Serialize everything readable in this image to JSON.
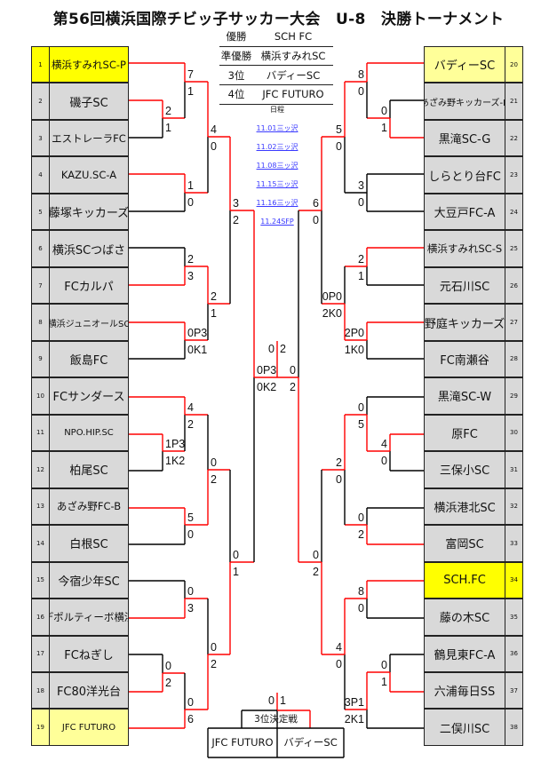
{
  "title": "第56回横浜国際チビッ子サッカー大会　U-8　決勝トーナメント",
  "summary": [
    {
      "label": "優勝",
      "team": "SCH FC"
    },
    {
      "label": "準優勝",
      "team": "横浜すみれSC"
    },
    {
      "label": "3位",
      "team": "バディーSC"
    },
    {
      "label": "4位",
      "team": "JFC FUTURO"
    }
  ],
  "schedule": {
    "heading": "日程",
    "links": [
      "11.01三ッ沢",
      "11.02三ッ沢",
      "11.08三ッ沢",
      "11.15三ッ沢",
      "11.16三ッ沢",
      "11.24SFP"
    ]
  },
  "colors": {
    "win_line": "#ff0000",
    "line": "#000000",
    "champion": "#ffff00",
    "placed": "#ffff99",
    "cell": "#d9d9d9"
  },
  "teams_left": [
    {
      "no": "1",
      "name": "横浜すみれSC-P",
      "highlight": "gold"
    },
    {
      "no": "2",
      "name": "磯子SC"
    },
    {
      "no": "3",
      "name": "エストレーラFC"
    },
    {
      "no": "4",
      "name": "KAZU.SC-A"
    },
    {
      "no": "5",
      "name": "藤塚キッカーズ"
    },
    {
      "no": "6",
      "name": "横浜SCつばさ"
    },
    {
      "no": "7",
      "name": "FCカルパ"
    },
    {
      "no": "8",
      "name": "横浜ジュニオールSC"
    },
    {
      "no": "9",
      "name": "飯島FC"
    },
    {
      "no": "10",
      "name": "FCサンダース"
    },
    {
      "no": "11",
      "name": "NPO.HIP.SC"
    },
    {
      "no": "12",
      "name": "柏尾SC"
    },
    {
      "no": "13",
      "name": "あざみ野FC-B"
    },
    {
      "no": "14",
      "name": "白根SC"
    },
    {
      "no": "15",
      "name": "今宿少年SC"
    },
    {
      "no": "16",
      "name": "デポルティーボ横浜"
    },
    {
      "no": "17",
      "name": "FCねぎし"
    },
    {
      "no": "18",
      "name": "FC80洋光台"
    },
    {
      "no": "19",
      "name": "JFC FUTURO",
      "highlight": "pale"
    }
  ],
  "teams_right": [
    {
      "no": "20",
      "name": "バディーSC",
      "highlight": "pale"
    },
    {
      "no": "21",
      "name": "あざみ野キッカーズ-R"
    },
    {
      "no": "22",
      "name": "黒滝SC-G"
    },
    {
      "no": "23",
      "name": "しらとり台FC"
    },
    {
      "no": "24",
      "name": "大豆戸FC-A"
    },
    {
      "no": "25",
      "name": "横浜すみれSC-S"
    },
    {
      "no": "26",
      "name": "元石川SC"
    },
    {
      "no": "27",
      "name": "野庭キッカーズ"
    },
    {
      "no": "28",
      "name": "FC南瀬谷"
    },
    {
      "no": "29",
      "name": "黒滝SC-W"
    },
    {
      "no": "30",
      "name": "原FC"
    },
    {
      "no": "31",
      "name": "三保小SC"
    },
    {
      "no": "32",
      "name": "横浜港北SC"
    },
    {
      "no": "33",
      "name": "富岡SC"
    },
    {
      "no": "34",
      "name": "SCH.FC",
      "highlight": "gold"
    },
    {
      "no": "35",
      "name": "藤の木SC"
    },
    {
      "no": "36",
      "name": "鶴見東FC-A"
    },
    {
      "no": "37",
      "name": "六浦毎日SS"
    },
    {
      "no": "38",
      "name": "二俣川SC"
    }
  ],
  "matches": [
    {
      "top": "2",
      "bottom": "1",
      "winner": "top"
    },
    {
      "top": "7",
      "bottom": "1",
      "winner": "top"
    },
    {
      "top": "1",
      "bottom": "0",
      "winner": "top"
    },
    {
      "top": "4",
      "bottom": "0",
      "winner": "top"
    },
    {
      "top": "2",
      "bottom": "3",
      "winner": "bottom"
    },
    {
      "top": "0P3",
      "bottom": "0K1",
      "winner": "top"
    },
    {
      "top": "2",
      "bottom": "1",
      "winner": "top"
    },
    {
      "top": "3",
      "bottom": "2",
      "winner": "top"
    },
    {
      "top": "1P3",
      "bottom": "1K2",
      "winner": "top"
    },
    {
      "top": "4",
      "bottom": "2",
      "winner": "top"
    },
    {
      "top": "5",
      "bottom": "0",
      "winner": "top"
    },
    {
      "top": "0",
      "bottom": "2",
      "winner": "bottom"
    },
    {
      "top": "0",
      "bottom": "3",
      "winner": "bottom"
    },
    {
      "top": "0",
      "bottom": "2",
      "winner": "bottom"
    },
    {
      "top": "0",
      "bottom": "6",
      "winner": "bottom"
    },
    {
      "top": "0",
      "bottom": "2",
      "winner": "bottom"
    },
    {
      "top": "0",
      "bottom": "1",
      "winner": "bottom"
    },
    {
      "top": "0P3",
      "bottom": "0K2",
      "winner": "top"
    },
    {
      "top": "0",
      "bottom": "1",
      "winner": "bottom"
    },
    {
      "top": "8",
      "bottom": "0",
      "winner": "top"
    },
    {
      "top": "3",
      "bottom": "0",
      "winner": "none"
    },
    {
      "top": "5",
      "bottom": "0",
      "winner": "top"
    },
    {
      "top": "2",
      "bottom": "1",
      "winner": "top"
    },
    {
      "top": "2P0",
      "bottom": "1K0",
      "winner": "top"
    },
    {
      "top": "0P0",
      "bottom": "2K0",
      "winner": "bottom"
    },
    {
      "top": "6",
      "bottom": "0",
      "winner": "top"
    },
    {
      "top": "4",
      "bottom": "0",
      "winner": "top"
    },
    {
      "top": "0",
      "bottom": "5",
      "winner": "bottom"
    },
    {
      "top": "0",
      "bottom": "2",
      "winner": "bottom"
    },
    {
      "top": "2",
      "bottom": "0",
      "winner": "top"
    },
    {
      "top": "8",
      "bottom": "0",
      "winner": "top"
    },
    {
      "top": "0",
      "bottom": "1",
      "winner": "bottom"
    },
    {
      "top": "3P1",
      "bottom": "2K1",
      "winner": "top"
    },
    {
      "top": "4",
      "bottom": "0",
      "winner": "top"
    },
    {
      "top": "0",
      "bottom": "2",
      "winner": "bottom"
    },
    {
      "top": "0",
      "bottom": "2",
      "winner": "bottom"
    }
  ],
  "final": {
    "left": "0",
    "right": "2"
  },
  "third_place": {
    "label": "3位決定戦",
    "left_team": "JFC FUTURO",
    "right_team": "バディーSC",
    "left_score": "0",
    "right_score": "1"
  }
}
